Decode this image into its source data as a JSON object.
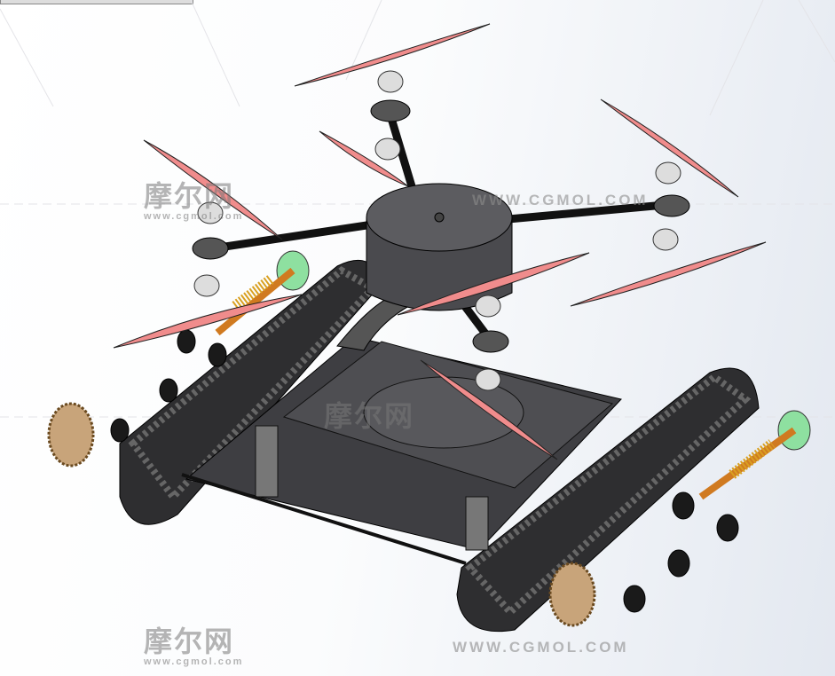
{
  "watermark": {
    "brand_cn": "摩尔网",
    "brand_url_small": "www.cgmol.com",
    "brand_url_large": "WWW.CGMOL.COM"
  },
  "colors": {
    "propeller": "#f08c8c",
    "track": "#3a3a3c",
    "frame": "#4a4a4e",
    "spring": "#d9a020",
    "sprocket": "#c8a47a",
    "idler": "#8ee0a0"
  }
}
